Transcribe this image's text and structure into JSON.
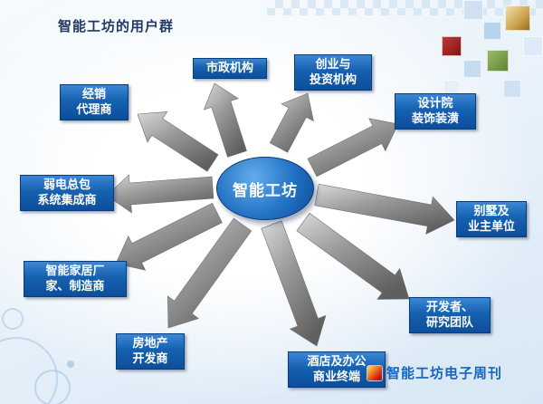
{
  "slide": {
    "title": "智能工坊的用户群",
    "center_label": "智能工坊",
    "footer_brand": "智能工坊电子周刊",
    "accent_blue": "#1561b0",
    "arrow_gray": "#8c8c8c"
  },
  "nodes": [
    {
      "id": "distributors",
      "label": "经销\n代理商"
    },
    {
      "id": "municipal",
      "label": "市政机构"
    },
    {
      "id": "startup-investment",
      "label": "创业与\n投资机构"
    },
    {
      "id": "design-institute",
      "label": "设计院\n装饰装潢"
    },
    {
      "id": "system-integrators",
      "label": "弱电总包\n系统集成商"
    },
    {
      "id": "villa-owners",
      "label": "别墅及\n业主单位"
    },
    {
      "id": "smart-home-manufacturers",
      "label": "智能家居厂\n家、制造商"
    },
    {
      "id": "developers-research",
      "label": "开发者、\n研究团队"
    },
    {
      "id": "real-estate",
      "label": "房地产\n开发商"
    },
    {
      "id": "hotel-office",
      "label": "酒店及办公\n商业终端"
    }
  ]
}
